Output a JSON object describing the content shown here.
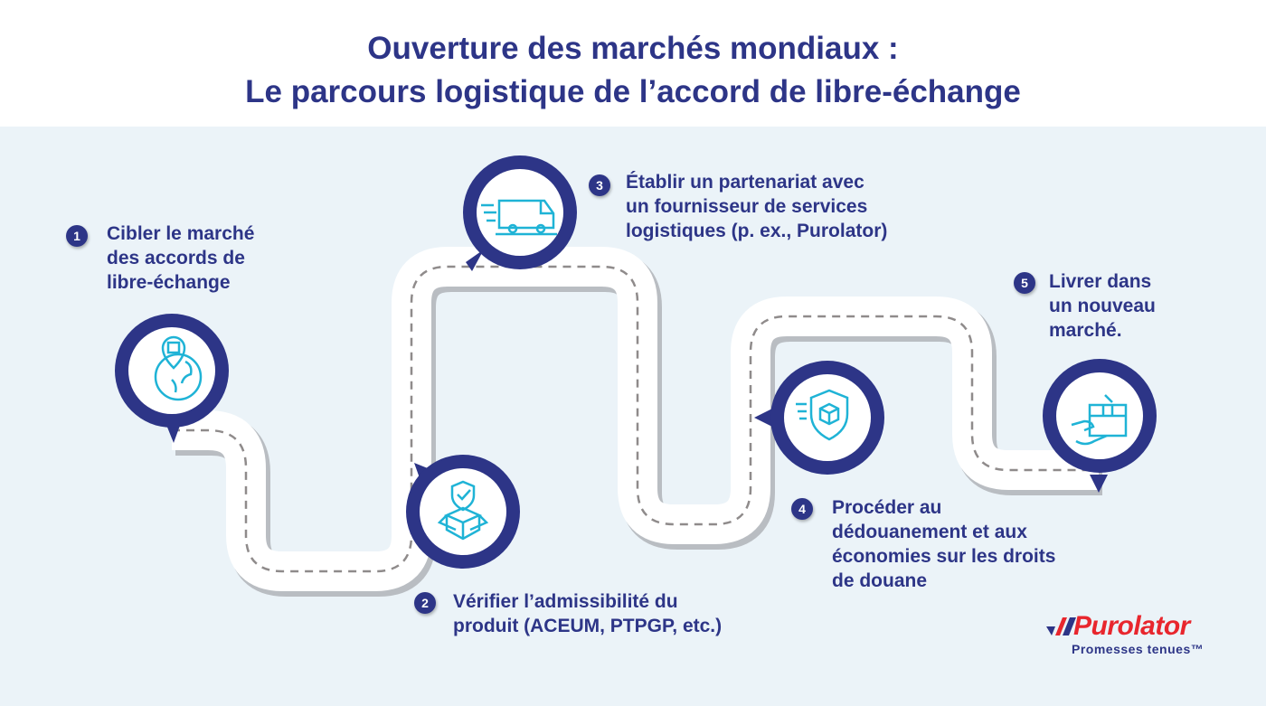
{
  "header": {
    "title_line1": "Ouverture des marchés mondiaux :",
    "title_line2": "Le parcours logistique de l’accord de libre-échange"
  },
  "steps": [
    {
      "number": "1",
      "lines": [
        "Cibler le marché",
        "des accords de",
        "libre-échange"
      ],
      "icon": "globe-location-box-icon"
    },
    {
      "number": "2",
      "lines": [
        "Vérifier l’admissibilité du",
        "produit (ACEUM, PTPGP, etc.)"
      ],
      "icon": "shield-check-box-icon"
    },
    {
      "number": "3",
      "lines": [
        "Établir un partenariat avec",
        "un fournisseur de services",
        "logistiques (p. ex., Purolator)"
      ],
      "icon": "delivery-truck-icon"
    },
    {
      "number": "4",
      "lines": [
        "Procéder au",
        "dédouanement et aux",
        "économies sur les droits",
        "de douane"
      ],
      "icon": "shield-box-icon"
    },
    {
      "number": "5",
      "lines": [
        "Livrer dans",
        "un nouveau",
        "marché."
      ],
      "icon": "hand-package-icon"
    }
  ],
  "logo": {
    "name": "Purolator",
    "tagline": "Promesses tenues™"
  },
  "colors": {
    "navy": "#2d3587",
    "cyan": "#1fb3d6",
    "background": "#ebf3f8",
    "road": "#ffffff",
    "brand_red": "#e8262d"
  }
}
